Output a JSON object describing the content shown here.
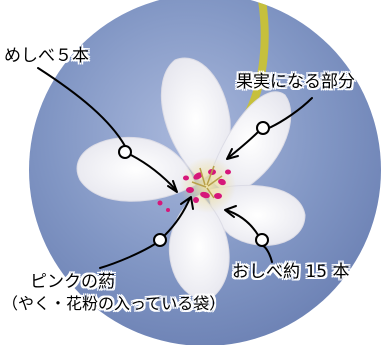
{
  "colors": {
    "background": "#ffffff",
    "disc": "#8196c4",
    "petal": "#f7f5f6",
    "anther": "#d6177a",
    "stem": "#c6c03c",
    "ink": "#000000"
  },
  "labels": {
    "pistils": "めしべ５本",
    "fruit_part": "果実になる部分",
    "stamens": "おしべ約 15 本",
    "anther_line1": "ピンクの葯",
    "anther_line2": "（やく・花粉の入っている袋）"
  }
}
